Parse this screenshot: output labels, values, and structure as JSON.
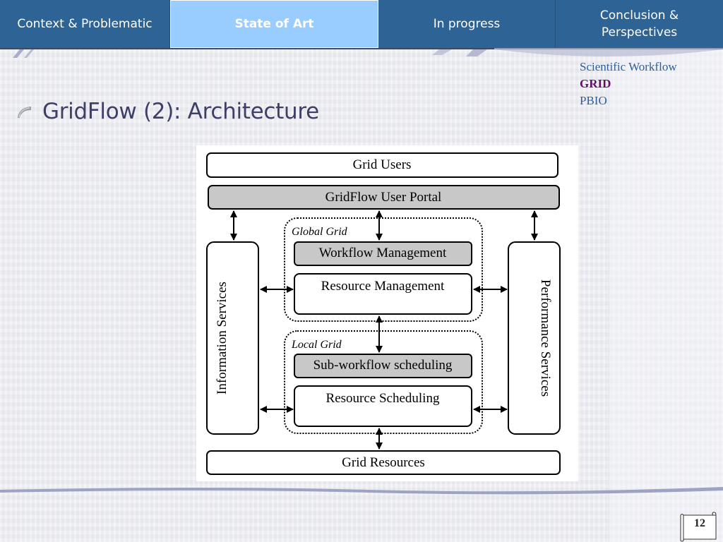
{
  "nav": {
    "tabs": [
      {
        "label": "Context & Problematic",
        "active": false
      },
      {
        "label": "State of Art",
        "active": true
      },
      {
        "label": "In progress",
        "active": false
      },
      {
        "label": "Conclusion & Perspectives",
        "active": false
      }
    ]
  },
  "subnav": {
    "items": [
      {
        "label": "Scientific Workflow",
        "current": false
      },
      {
        "label": "GRID",
        "current": true
      },
      {
        "label": "PBIO",
        "current": false
      }
    ]
  },
  "slide": {
    "bullet_icon": "quill-bullet-icon",
    "title": "GridFlow (2): Architecture",
    "page_number": "12"
  },
  "diagram": {
    "grid_users": "Grid Users",
    "user_portal": "GridFlow User Portal",
    "information_services": "Information Services",
    "performance_services": "Performance Services",
    "global_grid": {
      "label": "Global Grid",
      "workflow_management": "Workflow Management",
      "resource_management": "Resource Management"
    },
    "local_grid": {
      "label": "Local Grid",
      "subworkflow_scheduling": "Sub-workflow scheduling",
      "resource_scheduling": "Resource Scheduling"
    },
    "grid_resources": "Grid Resources"
  }
}
